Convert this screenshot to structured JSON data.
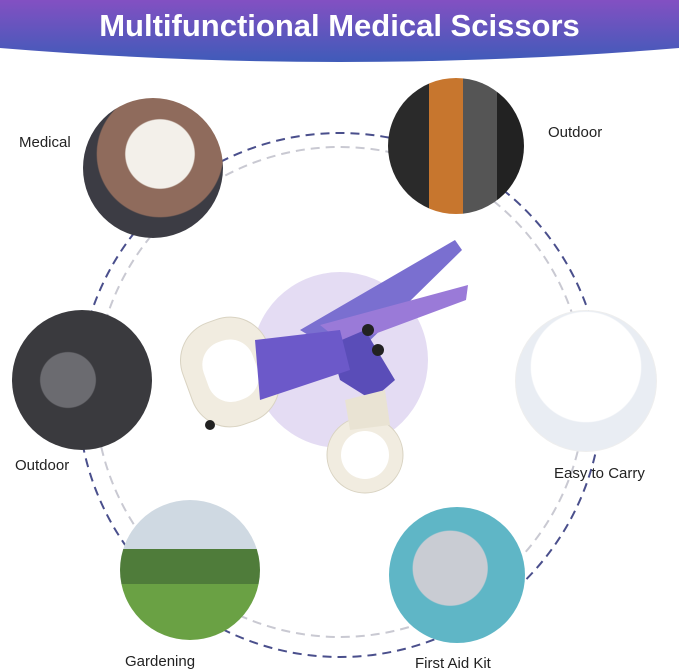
{
  "header": {
    "title": "Multifunctional Medical Scissors"
  },
  "colors": {
    "banner_top": "#8350c2",
    "banner_bottom": "#3f5bb9",
    "ring_outer": "#4a4f8c",
    "ring_inner": "#c9c9d2",
    "center_disc": "#e4dcf3"
  },
  "uses": [
    {
      "label": "Medical"
    },
    {
      "label": "Outdoor"
    },
    {
      "label": "Outdoor"
    },
    {
      "label": "Easy to Carry"
    },
    {
      "label": "Gardening"
    },
    {
      "label": "First Aid Kit"
    }
  ]
}
